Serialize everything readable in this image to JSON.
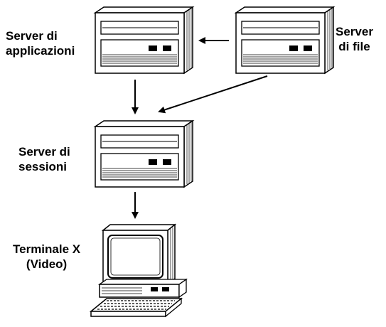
{
  "labels": {
    "app_server": [
      "Server di",
      "applicazioni"
    ],
    "file_server": [
      "Server",
      "di file"
    ],
    "session_server": [
      "Server di",
      "sessioni"
    ],
    "terminal": [
      "Terminale X",
      "(Video)"
    ]
  },
  "colors": {
    "ink": "#000000",
    "paper": "#ffffff",
    "screen": "#ffffff"
  },
  "icons": [
    "server-icon",
    "terminal-icon",
    "keyboard-icon",
    "arrow-icon"
  ]
}
